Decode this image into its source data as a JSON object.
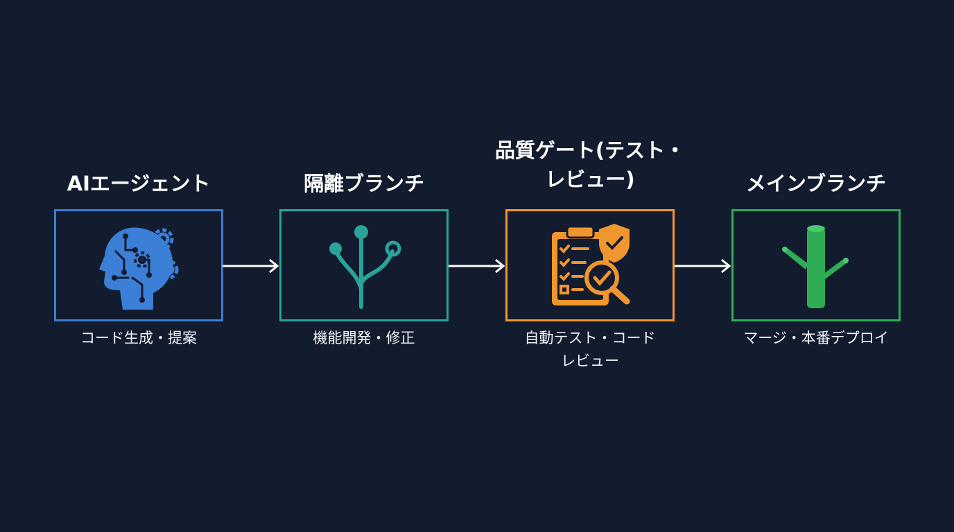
{
  "steps": [
    {
      "title": "AIエージェント",
      "description": "コード生成・提案",
      "icon": "ai-head-gears-icon",
      "color": "#3b7fd6"
    },
    {
      "title": "隔離ブランチ",
      "description": "機能開発・修正",
      "icon": "branch-icon",
      "color": "#2aa39a"
    },
    {
      "title": "品質ゲート(テスト・\nレビュー)",
      "description": "自動テスト・コード\nレビュー",
      "icon": "clipboard-check-icon",
      "color": "#f0962f"
    },
    {
      "title": "メインブランチ",
      "description": "マージ・本番デプロイ",
      "icon": "main-trunk-icon",
      "color": "#2fad54"
    }
  ],
  "edges": [
    {
      "from": "AIエージェント",
      "to": "隔離ブランチ"
    },
    {
      "from": "隔離ブランチ",
      "to": "品質ゲート(テスト・\nレビュー)"
    },
    {
      "from": "品質ゲート(テスト・\nレビュー)",
      "to": "メインブランチ"
    }
  ]
}
